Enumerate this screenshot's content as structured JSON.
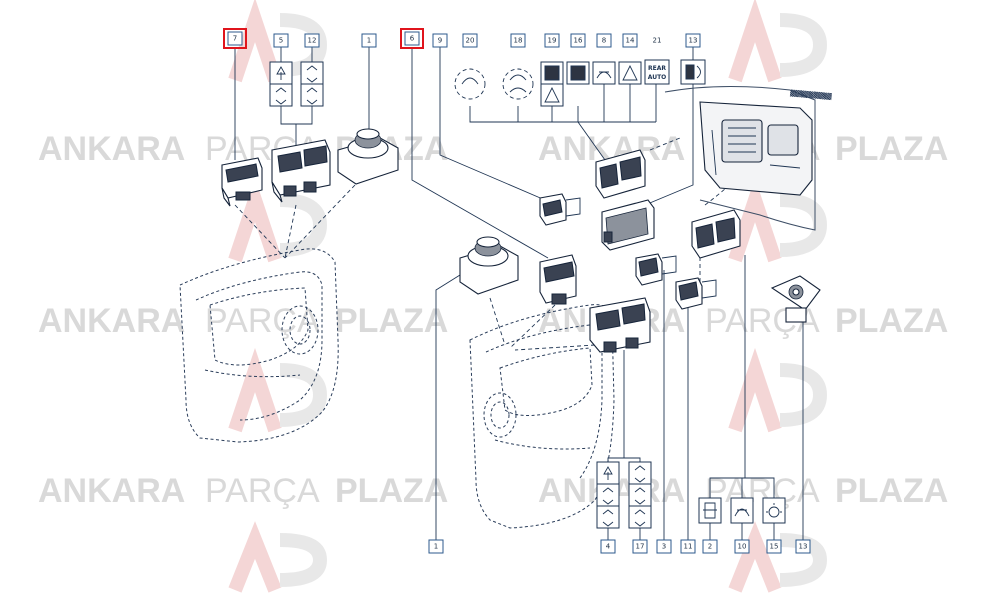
{
  "watermark": {
    "brand_a": "ANKARA",
    "brand_b": "PARÇA",
    "brand_c": "PLAZA"
  },
  "callouts_top": [
    "7",
    "5",
    "12",
    "1",
    "6",
    "9",
    "20",
    "18",
    "19",
    "16",
    "8",
    "14",
    "21",
    "13"
  ],
  "callouts_bottom": [
    "1",
    "4",
    "17",
    "3",
    "11",
    "2",
    "10",
    "15",
    "13"
  ],
  "highlighted": [
    "7",
    "6"
  ],
  "symbols": {
    "rear_auto": [
      "REAR",
      "AUTO"
    ]
  },
  "colors": {
    "callout_border": "#2c5a8c",
    "highlight": "#e0141c",
    "line": "#1f3553",
    "watermark": "#d9d9d9"
  }
}
